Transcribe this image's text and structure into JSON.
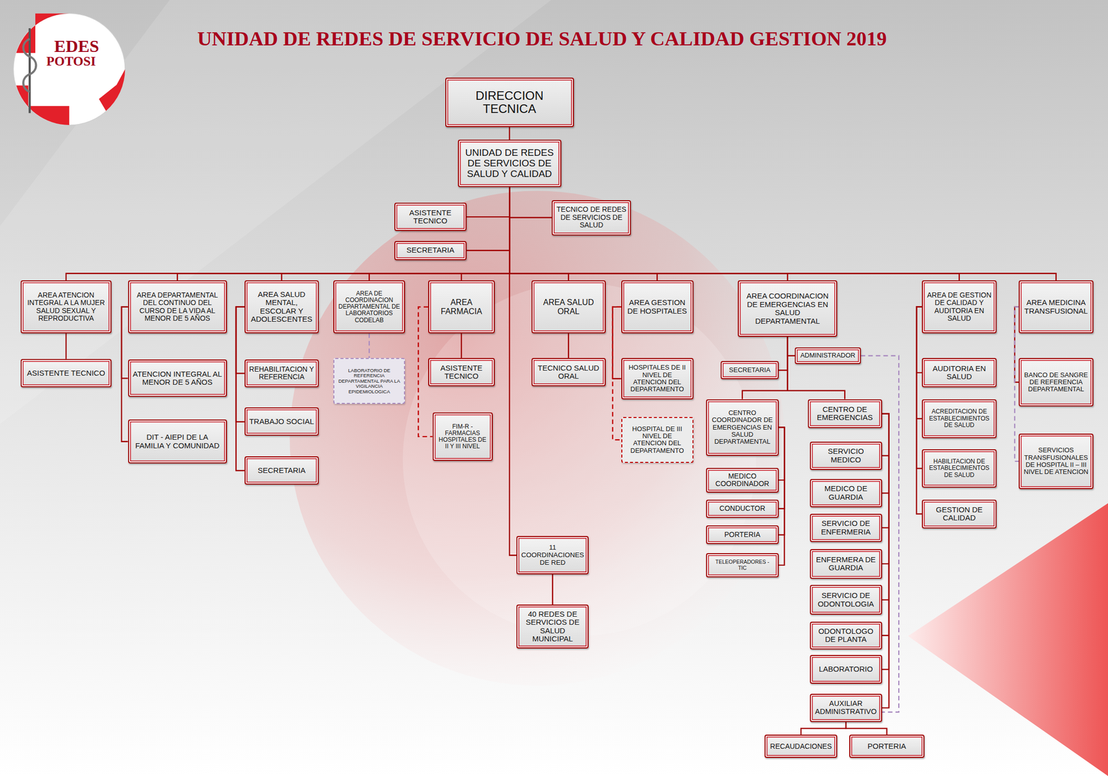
{
  "diagram": {
    "title": "UNIDAD DE REDES DE SERVICIO DE SALUD Y CALIDAD GESTION 2019",
    "nodes": [
      {
        "text": [
          "DIRECCION TECNICA"
        ]
      },
      {
        "text": [
          "UNIDAD DE REDES DE SERVICIOS DE SALUD Y CALIDAD"
        ]
      },
      {
        "text": [
          "ASISTENTE TECNICO"
        ]
      },
      {
        "text": [
          "TECNICO DE REDES DE SERVICIOS DE SALUD"
        ]
      },
      {
        "text": [
          "SECRETARIA"
        ]
      },
      {
        "text": [
          "AREA ATENCION INTEGRAL A LA MUJER SALUD SEXUAL Y REPRODUCTIVA"
        ]
      },
      {
        "text": [
          "AREA DEPARTAMENTAL DEL CONTINUO DEL CURSO DE LA VIDA AL MENOR DE 5 AÑOS"
        ]
      },
      {
        "text": [
          "AREA SALUD MENTAL, ESCOLAR Y ADOLESCENTES"
        ]
      },
      {
        "text": [
          "AREA DE COORDINACION DEPARTAMENTAL DE LABORATORIOS CODELAB"
        ]
      },
      {
        "text": [
          "AREA FARMACIA"
        ]
      },
      {
        "text": [
          "AREA SALUD ORAL"
        ]
      },
      {
        "text": [
          "AREA GESTION DE HOSPITALES"
        ]
      },
      {
        "text": [
          "AREA COORDINACION DE EMERGENCIAS EN SALUD DEPARTAMENTAL"
        ]
      },
      {
        "text": [
          "AREA DE GESTION DE CALIDAD Y AUDITORIA EN SALUD"
        ]
      },
      {
        "text": [
          "AREA MEDICINA TRANSFUSIONAL"
        ]
      },
      {
        "text": [
          "ASISTENTE TECNICO"
        ]
      },
      {
        "text": [
          "ATENCION INTEGRAL AL MENOR DE 5 AÑOS"
        ]
      },
      {
        "text": [
          "DIT - AIEPI DE LA FAMILIA Y COMUNIDAD"
        ]
      },
      {
        "text": [
          "REHABILITACION Y REFERENCIA"
        ]
      },
      {
        "text": [
          "TRABAJO SOCIAL"
        ]
      },
      {
        "text": [
          "SECRETARIA"
        ]
      },
      {
        "text": [
          "LABORATORIO DE REFERENCIA DEPARTAMENTAL PARA LA VIGILANCIA EPIDEMIOLOGICA"
        ]
      },
      {
        "text": [
          "ASISTENTE TECNICO"
        ]
      },
      {
        "text": [
          "FIM-R - FARMACIAS HOSPITALES DE II Y III NIVEL"
        ]
      },
      {
        "text": [
          "TECNICO SALUD ORAL"
        ]
      },
      {
        "text": [
          "HOSPITALES DE II NIVEL DE ATENCION DEL DEPARTAMENTO"
        ]
      },
      {
        "text": [
          "HOSPITAL DE III NIVEL DE ATENCION DEL DEPARTAMENTO"
        ]
      },
      {
        "text": [
          "ADMINISTRADOR"
        ]
      },
      {
        "text": [
          "SECRETARIA"
        ]
      },
      {
        "text": [
          "CENTRO COORDINADOR DE EMERGENCIAS EN SALUD DEPARTAMENTAL"
        ]
      },
      {
        "text": [
          "CENTRO DE EMERGENCIAS"
        ]
      },
      {
        "text": [
          "MEDICO COORDINADOR"
        ]
      },
      {
        "text": [
          "CONDUCTOR"
        ]
      },
      {
        "text": [
          "PORTERIA"
        ]
      },
      {
        "text": [
          "TELEOPERADORES - TIC"
        ]
      },
      {
        "text": [
          "SERVICIO MEDICO"
        ]
      },
      {
        "text": [
          "MEDICO DE GUARDIA"
        ]
      },
      {
        "text": [
          "SERVICIO DE ENFERMERIA"
        ]
      },
      {
        "text": [
          "ENFERMERA DE GUARDIA"
        ]
      },
      {
        "text": [
          "SERVICIO DE ODONTOLOGIA"
        ]
      },
      {
        "text": [
          "ODONTOLOGO DE PLANTA"
        ]
      },
      {
        "text": [
          "LABORATORIO"
        ]
      },
      {
        "text": [
          "AUXILIAR ADMINISTRATIVO"
        ]
      },
      {
        "text": [
          "RECAUDACIONES"
        ]
      },
      {
        "text": [
          "PORTERIA"
        ]
      },
      {
        "text": [
          "AUDITORIA EN SALUD"
        ]
      },
      {
        "text": [
          "ACREDITACION DE ESTABLECIMIENTOS DE SALUD"
        ]
      },
      {
        "text": [
          "HABILITACION DE ESTABLECIMIENTOS DE SALUD"
        ]
      },
      {
        "text": [
          "GESTION DE CALIDAD"
        ]
      },
      {
        "text": [
          "BANCO DE SANGRE DE REFERENCIA DEPARTAMENTAL"
        ]
      },
      {
        "text": [
          "SERVICIOS TRANSFUSIONALES DE HOSPITAL II – III NIVEL DE ATENCION"
        ]
      },
      {
        "text": [
          "11 COORDINACIONES DE RED"
        ]
      },
      {
        "text": [
          "40 REDES DE SERVICIOS DE SALUD MUNICIPAL"
        ]
      }
    ],
    "edges": [
      {
        "from": 0,
        "to": 1,
        "arrow": "none"
      },
      {
        "from": 1,
        "to": 2,
        "arrow": "none"
      },
      {
        "from": 1,
        "to": 3,
        "arrow": "none"
      },
      {
        "from": 1,
        "to": 4,
        "arrow": "none"
      },
      {
        "from": 1,
        "to": 5,
        "arrow": "none"
      },
      {
        "from": 1,
        "to": 6,
        "arrow": "none"
      },
      {
        "from": 1,
        "to": 7,
        "arrow": "none"
      },
      {
        "from": 1,
        "to": 8,
        "arrow": "none"
      },
      {
        "from": 1,
        "to": 9,
        "arrow": "none"
      },
      {
        "from": 1,
        "to": 10,
        "arrow": "none"
      },
      {
        "from": 1,
        "to": 11,
        "arrow": "none"
      },
      {
        "from": 1,
        "to": 12,
        "arrow": "none"
      },
      {
        "from": 1,
        "to": 13,
        "arrow": "none"
      },
      {
        "from": 1,
        "to": 14,
        "arrow": "none"
      },
      {
        "from": 1,
        "to": 51,
        "arrow": "none"
      },
      {
        "from": 51,
        "to": 52,
        "arrow": "none"
      },
      {
        "from": 5,
        "to": 15,
        "arrow": "none"
      },
      {
        "from": 6,
        "to": 16,
        "arrow": "none"
      },
      {
        "from": 6,
        "to": 17,
        "arrow": "none"
      },
      {
        "from": 7,
        "to": 18,
        "arrow": "none"
      },
      {
        "from": 7,
        "to": 19,
        "arrow": "none"
      },
      {
        "from": 7,
        "to": 20,
        "arrow": "none"
      },
      {
        "from": 8,
        "to": 21,
        "arrow": "none"
      },
      {
        "from": 9,
        "to": 22,
        "arrow": "none"
      },
      {
        "from": 9,
        "to": 23,
        "arrow": "none"
      },
      {
        "from": 10,
        "to": 24,
        "arrow": "none"
      },
      {
        "from": 11,
        "to": 25,
        "arrow": "none"
      },
      {
        "from": 11,
        "to": 26,
        "arrow": "none"
      },
      {
        "from": 12,
        "to": 27,
        "arrow": "none"
      },
      {
        "from": 12,
        "to": 28,
        "arrow": "none"
      },
      {
        "from": 12,
        "to": 29,
        "arrow": "none"
      },
      {
        "from": 12,
        "to": 30,
        "arrow": "none"
      },
      {
        "from": 29,
        "to": 31,
        "arrow": "none"
      },
      {
        "from": 29,
        "to": 32,
        "arrow": "none"
      },
      {
        "from": 29,
        "to": 33,
        "arrow": "none"
      },
      {
        "from": 29,
        "to": 34,
        "arrow": "none"
      },
      {
        "from": 30,
        "to": 35,
        "arrow": "none"
      },
      {
        "from": 30,
        "to": 36,
        "arrow": "none"
      },
      {
        "from": 30,
        "to": 37,
        "arrow": "none"
      },
      {
        "from": 30,
        "to": 38,
        "arrow": "none"
      },
      {
        "from": 30,
        "to": 39,
        "arrow": "none"
      },
      {
        "from": 30,
        "to": 40,
        "arrow": "none"
      },
      {
        "from": 30,
        "to": 41,
        "arrow": "none"
      },
      {
        "from": 30,
        "to": 42,
        "arrow": "none"
      },
      {
        "from": 27,
        "to": 42,
        "arrow": "none"
      },
      {
        "from": 42,
        "to": 43,
        "arrow": "none"
      },
      {
        "from": 42,
        "to": 44,
        "arrow": "none"
      },
      {
        "from": 13,
        "to": 45,
        "arrow": "none"
      },
      {
        "from": 13,
        "to": 46,
        "arrow": "none"
      },
      {
        "from": 13,
        "to": 47,
        "arrow": "none"
      },
      {
        "from": 13,
        "to": 48,
        "arrow": "none"
      },
      {
        "from": 14,
        "to": 49,
        "arrow": "none"
      },
      {
        "from": 14,
        "to": 50,
        "arrow": "none"
      }
    ],
    "labels": [
      "EDES",
      "POTOSI"
    ]
  }
}
